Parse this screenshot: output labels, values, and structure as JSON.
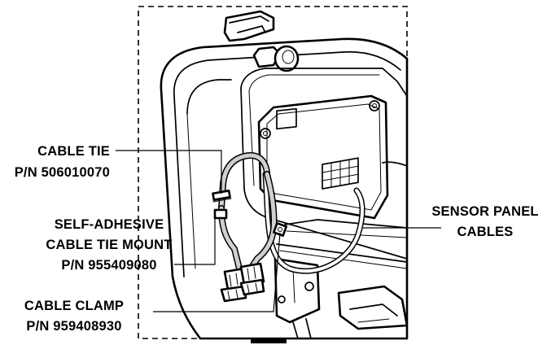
{
  "callouts": {
    "cable_tie": {
      "line1": "CABLE TIE",
      "line2": "P/N 506010070"
    },
    "mount": {
      "line1": "SELF-ADHESIVE",
      "line2": "CABLE TIE MOUNT",
      "line3": "P/N 955409080"
    },
    "clamp": {
      "line1": "CABLE CLAMP",
      "line2": "P/N 959408930"
    },
    "sensor": {
      "line1": "SENSOR PANEL",
      "line2": "CABLES"
    }
  }
}
